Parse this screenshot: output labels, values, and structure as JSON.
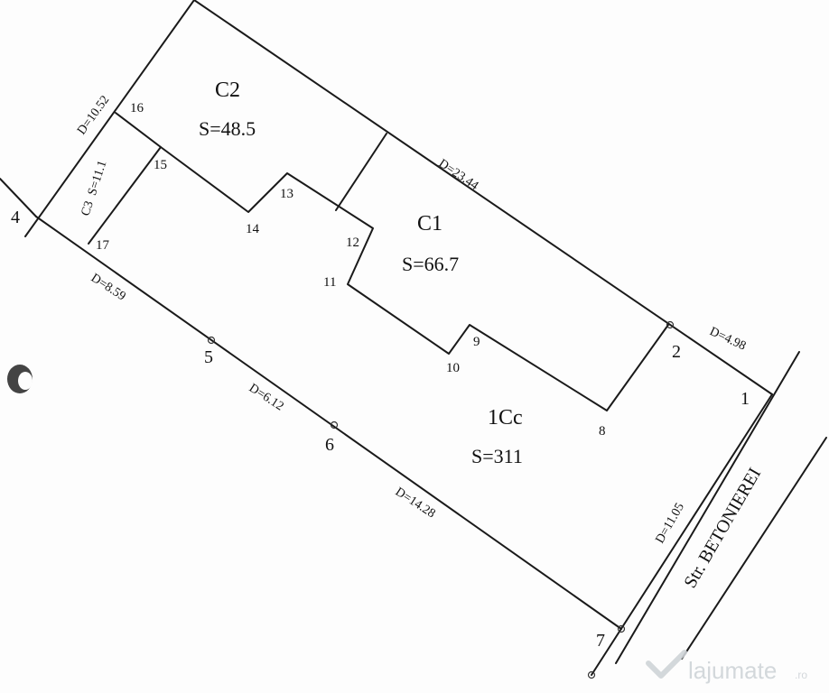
{
  "zones": {
    "c2": {
      "name": "C2",
      "area": "S=48.5"
    },
    "c1": {
      "name": "C1",
      "area": "S=66.7"
    },
    "c3": {
      "name": "C3",
      "area": "S=11.1"
    },
    "lot": {
      "name": "1Cc",
      "area": "S=311"
    }
  },
  "points": {
    "p1": "1",
    "p2": "2",
    "p4": "4",
    "p5": "5",
    "p6": "6",
    "p7": "7",
    "p8": "8",
    "p9": "9",
    "p10": "10",
    "p11": "11",
    "p12": "12",
    "p13": "13",
    "p14": "14",
    "p15": "15",
    "p16": "16",
    "p17": "17"
  },
  "distances": {
    "d_top_left": "D=10.52",
    "d_top": "D=23.44",
    "d_2_1": "D=4.98",
    "d_right": "D=11.05",
    "d_4_5": "D=8.59",
    "d_5_6": "D=6.12",
    "d_6_7": "D=14.28"
  },
  "street": "Str. BETONIEREI",
  "watermark": {
    "brand": "lajumate",
    "suffix": ".ro"
  }
}
